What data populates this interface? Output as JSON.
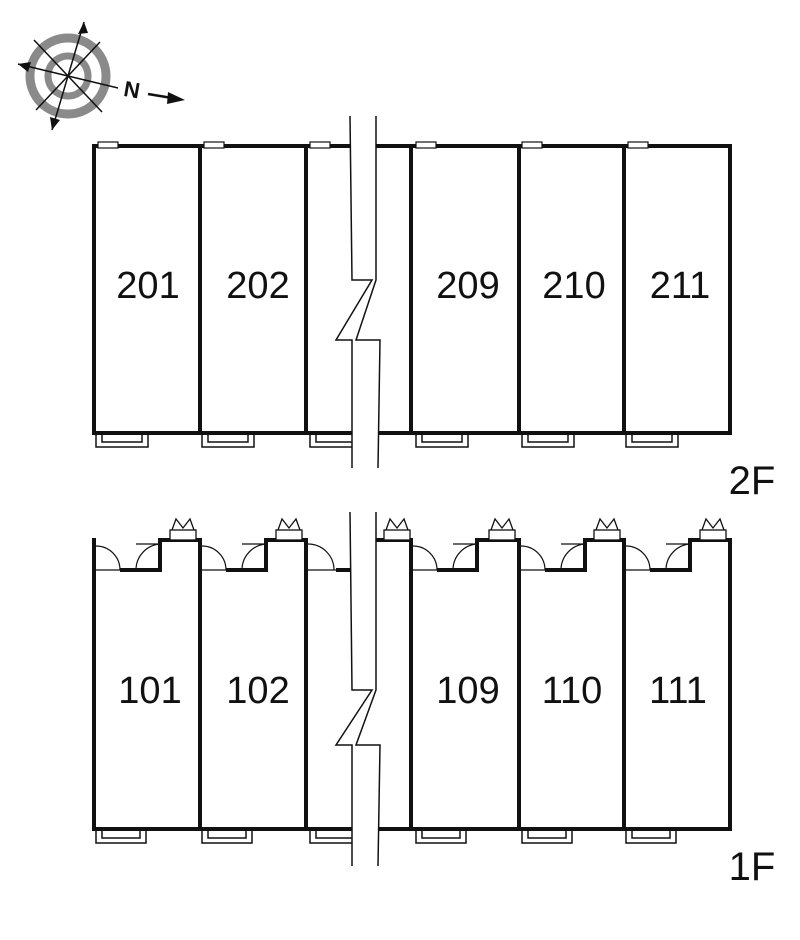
{
  "compass": {
    "north_letter": "N"
  },
  "floors": [
    {
      "label": "2F",
      "units": [
        "201",
        "202",
        "209",
        "210",
        "211"
      ]
    },
    {
      "label": "1F",
      "units": [
        "101",
        "102",
        "109",
        "110",
        "111"
      ]
    }
  ],
  "colors": {
    "line": "#111111",
    "compass_ring": "#8a8a8a",
    "background": "#ffffff"
  }
}
